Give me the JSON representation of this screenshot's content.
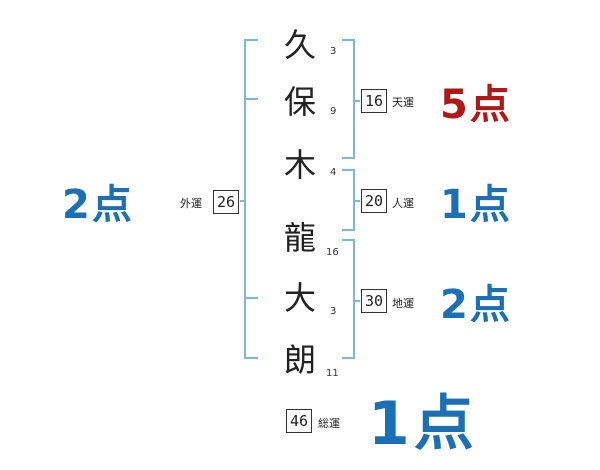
{
  "name_chars": [
    {
      "char": "久",
      "strokes": "3"
    },
    {
      "char": "保",
      "strokes": "9"
    },
    {
      "char": "木",
      "strokes": "4"
    },
    {
      "char": "龍",
      "strokes": "16"
    },
    {
      "char": "大",
      "strokes": "3"
    },
    {
      "char": "朗",
      "strokes": "11"
    }
  ],
  "fortunes": {
    "ten": {
      "label": "天運",
      "value": "16",
      "score": "5点"
    },
    "jin": {
      "label": "人運",
      "value": "20",
      "score": "1点"
    },
    "chi": {
      "label": "地運",
      "value": "30",
      "score": "2点"
    },
    "gai": {
      "label": "外運",
      "value": "26",
      "score": "2点"
    },
    "sou": {
      "label": "総運",
      "value": "46",
      "score": "1点"
    }
  },
  "colors": {
    "bracket": "#7ab8e3",
    "score_blue": "#1a6fb5",
    "score_red": "#b01818"
  }
}
